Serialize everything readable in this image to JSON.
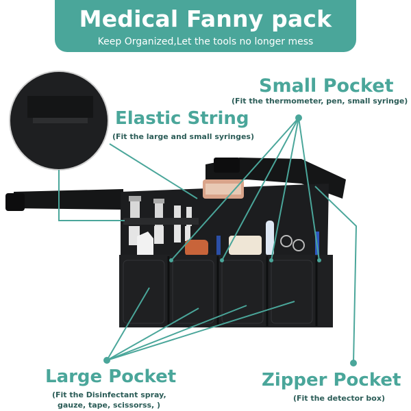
{
  "banner": {
    "title": "Medical Fanny pack",
    "subtitle": "Keep Organized,Let the tools no longer mess"
  },
  "callouts": {
    "small_pocket": {
      "label": "Small Pocket",
      "note": "(Fit the thermometer, pen, small syringe)"
    },
    "elastic_string": {
      "label": "Elastic String",
      "note": "(Fit the large and small syringes)"
    },
    "large_pocket": {
      "label": "Large Pocket",
      "note_line1": "(Fit the Disinfectant spray,",
      "note_line2": "gauze, tape, scissorss, )"
    },
    "zipper_pocket": {
      "label": "Zipper Pocket",
      "note": "(Fit the detector box)"
    }
  },
  "colors": {
    "accent": "#4aa69a",
    "bag": "#1f2022",
    "strap": "#151617"
  }
}
